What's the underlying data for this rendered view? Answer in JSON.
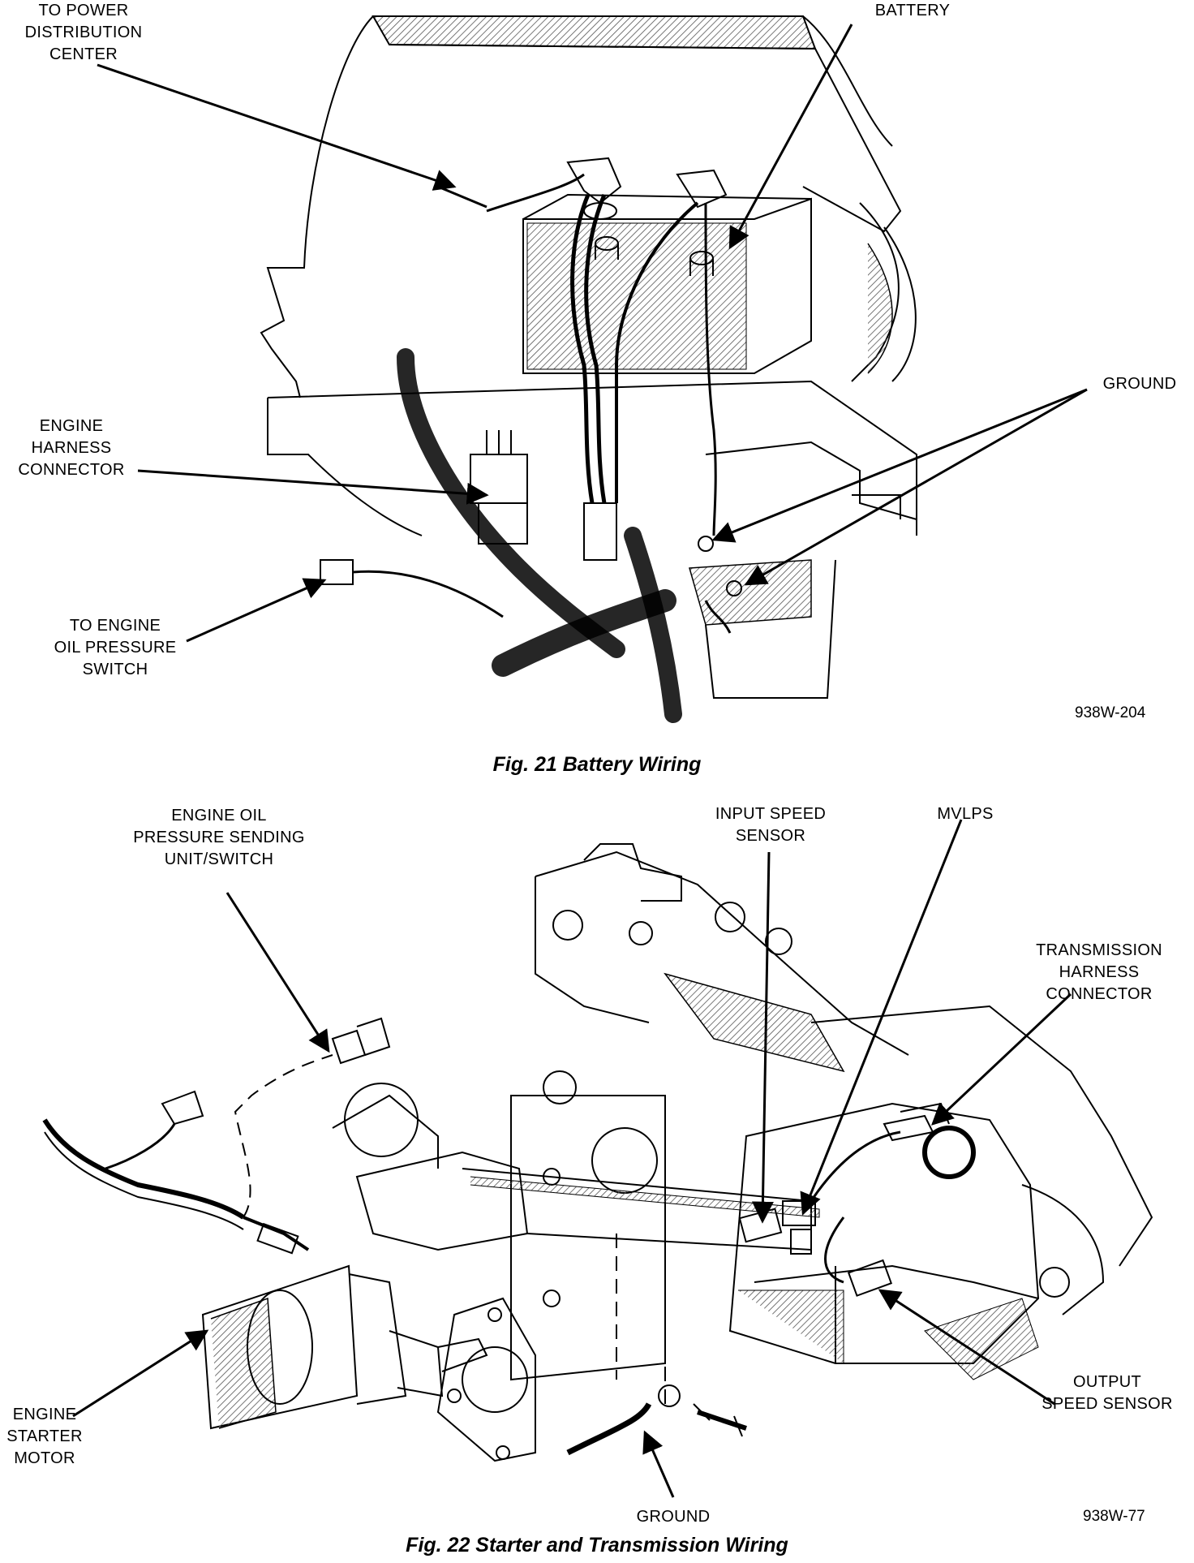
{
  "figure21": {
    "caption": "Fig. 21 Battery Wiring",
    "figure_id": "938W-204",
    "labels": {
      "power_distribution": "TO POWER\nDISTRIBUTION\nCENTER",
      "battery": "BATTERY",
      "ground": "GROUND",
      "engine_harness_connector": "ENGINE\nHARNESS\nCONNECTOR",
      "engine_oil_pressure_switch": "TO ENGINE\nOIL PRESSURE\nSWITCH"
    }
  },
  "figure22": {
    "caption": "Fig. 22 Starter and Transmission Wiring",
    "figure_id": "938W-77",
    "labels": {
      "oil_pressure_sending_unit": "ENGINE OIL\nPRESSURE SENDING\nUNIT/SWITCH",
      "input_speed_sensor": "INPUT SPEED\nSENSOR",
      "mvlps": "MVLPS",
      "transmission_harness_connector": "TRANSMISSION\nHARNESS\nCONNECTOR",
      "output_speed_sensor": "OUTPUT\nSPEED SENSOR",
      "engine_starter_motor": "ENGINE\nSTARTER\nMOTOR",
      "ground": "GROUND"
    }
  }
}
